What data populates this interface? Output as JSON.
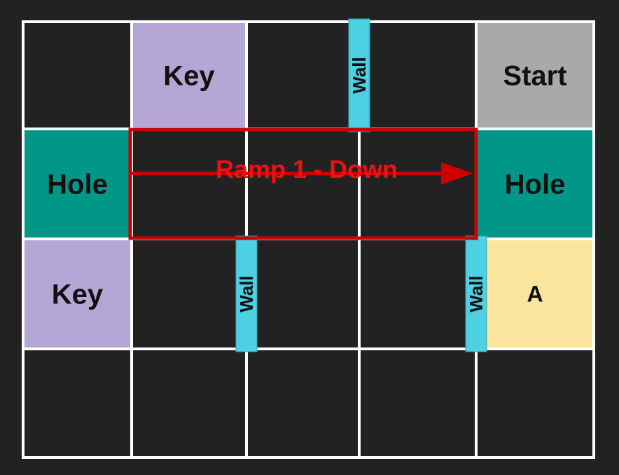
{
  "grid": {
    "rows": 4,
    "cols": 5
  },
  "colors": {
    "background": "#222222",
    "grid_line": "#ffffff",
    "cell_empty": "#222222",
    "key": "#b4a7d6",
    "start": "#a9a9a9",
    "hole": "#009688",
    "goal": "#fce59c",
    "wall": "#4dd0e1",
    "ramp": "#cc0000"
  },
  "cells": [
    {
      "row": 0,
      "col": 1,
      "kind": "key",
      "label": "Key"
    },
    {
      "row": 0,
      "col": 4,
      "kind": "start",
      "label": "Start"
    },
    {
      "row": 1,
      "col": 0,
      "kind": "hole",
      "label": "Hole"
    },
    {
      "row": 1,
      "col": 4,
      "kind": "hole",
      "label": "Hole"
    },
    {
      "row": 2,
      "col": 0,
      "kind": "key",
      "label": "Key"
    },
    {
      "row": 2,
      "col": 4,
      "kind": "goal",
      "label": "A"
    }
  ],
  "walls": [
    {
      "between_cols": [
        2,
        3
      ],
      "row": 0,
      "label": "Wall"
    },
    {
      "between_cols": [
        1,
        2
      ],
      "row": 2,
      "label": "Wall"
    },
    {
      "between_cols": [
        3,
        4
      ],
      "row": 2,
      "label": "Wall"
    }
  ],
  "ramp": {
    "label": "Ramp 1 - Down",
    "row": 1,
    "col_start": 1,
    "col_end": 3,
    "direction": "right"
  }
}
